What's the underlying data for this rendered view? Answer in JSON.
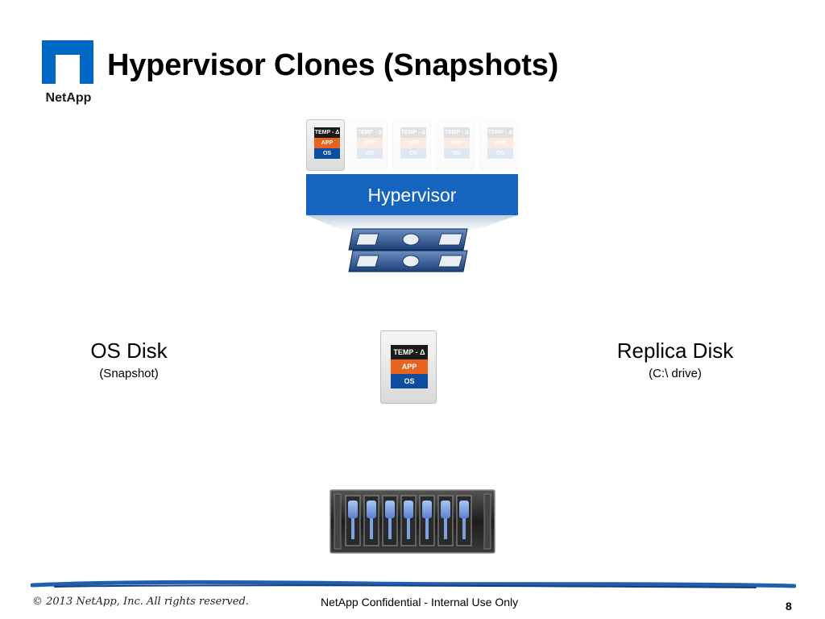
{
  "logo": {
    "wordmark": "NetApp",
    "brand_color": "#0067c5"
  },
  "title": "Hypervisor Clones (Snapshots)",
  "vm_stack": {
    "temp": "TEMP - Δ",
    "app": "APP",
    "os": "OS"
  },
  "hypervisor": {
    "label": "Hypervisor",
    "color": "#1565c0"
  },
  "center_disk": {
    "temp": "TEMP - Δ",
    "app": "APP",
    "os": "OS"
  },
  "os_disk": {
    "title": "OS Disk",
    "subtitle": "(Snapshot)"
  },
  "replica_disk": {
    "title": "Replica Disk",
    "subtitle": "(C:\\ drive)"
  },
  "footer": {
    "copyright": "© 2013 NetApp, Inc. All rights reserved.",
    "confidential": "NetApp Confidential - Internal Use Only",
    "page_number": "8"
  },
  "colors": {
    "temp": "#1a1a1a",
    "app": "#e8641e",
    "os": "#0d4c9e",
    "footer_line": "#1e5fae"
  }
}
